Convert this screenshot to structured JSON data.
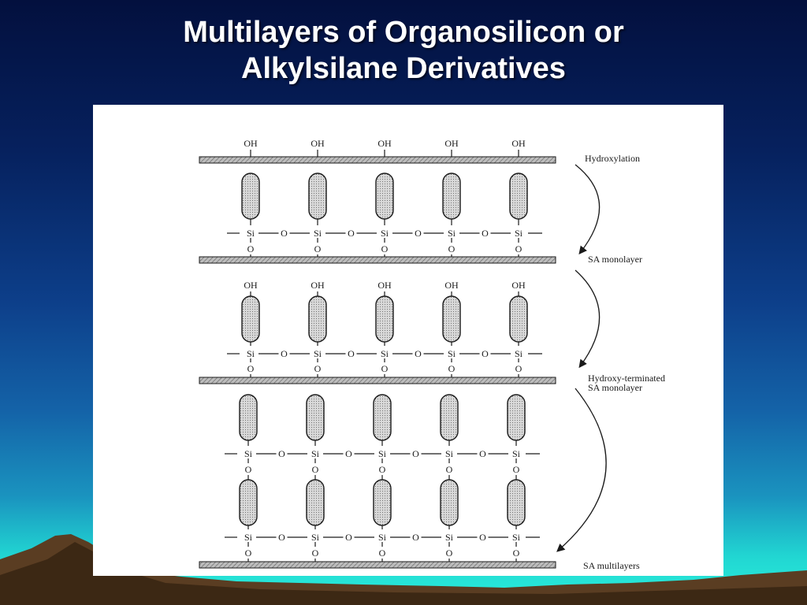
{
  "slide": {
    "title_line1": "Multilayers of Organosilicon or",
    "title_line2": "Alkylsilane Derivatives"
  },
  "diagram": {
    "oh_label": "OH",
    "si_label": "Si",
    "o_label": "O",
    "steps": {
      "hydroxylation": "Hydroxylation",
      "sa_monolayer": "SA monolayer",
      "hydroxy_terminated_line1": "Hydroxy-terminated",
      "hydroxy_terminated_line2": "SA monolayer",
      "sa_multilayers": "SA multilayers"
    },
    "colors": {
      "ink": "#1a1a1a",
      "substrate": "#6a6a6a",
      "chain_fill": "#d9d9d9"
    }
  }
}
